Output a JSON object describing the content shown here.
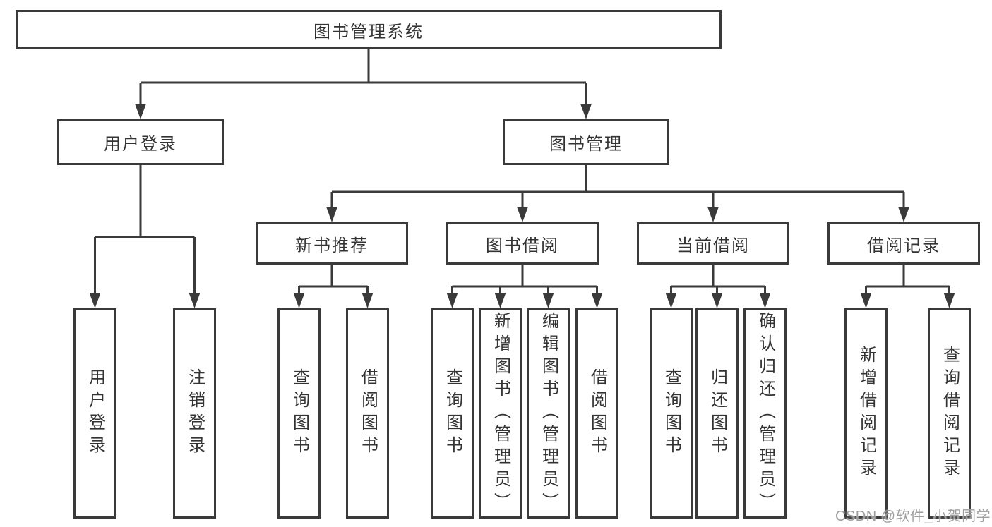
{
  "colors": {
    "line": "#3a3a3a",
    "border": "#3a3a3a",
    "text": "#333333",
    "background": "#ffffff",
    "watermark": "#9e9e9e"
  },
  "nodes": {
    "root": {
      "label": "图书管理系统"
    },
    "level2": [
      {
        "label": "用户登录"
      },
      {
        "label": "图书管理"
      }
    ],
    "level3": [
      {
        "label": "新书推荐"
      },
      {
        "label": "图书借阅"
      },
      {
        "label": "当前借阅"
      },
      {
        "label": "借阅记录"
      }
    ],
    "leaves": [
      {
        "label": "用户登录"
      },
      {
        "label": "注销登录"
      },
      {
        "label": "查询图书"
      },
      {
        "label": "借阅图书"
      },
      {
        "label": "查询图书"
      },
      {
        "label": "新增图书（管理员）"
      },
      {
        "label": "编辑图书（管理员）"
      },
      {
        "label": "借阅图书"
      },
      {
        "label": "查询图书"
      },
      {
        "label": "归还图书"
      },
      {
        "label": "确认归还（管理员）"
      },
      {
        "label": "新增借阅记录"
      },
      {
        "label": "查询借阅记录"
      }
    ]
  },
  "watermark": {
    "text": "CSDN @软件_小贺同学"
  }
}
